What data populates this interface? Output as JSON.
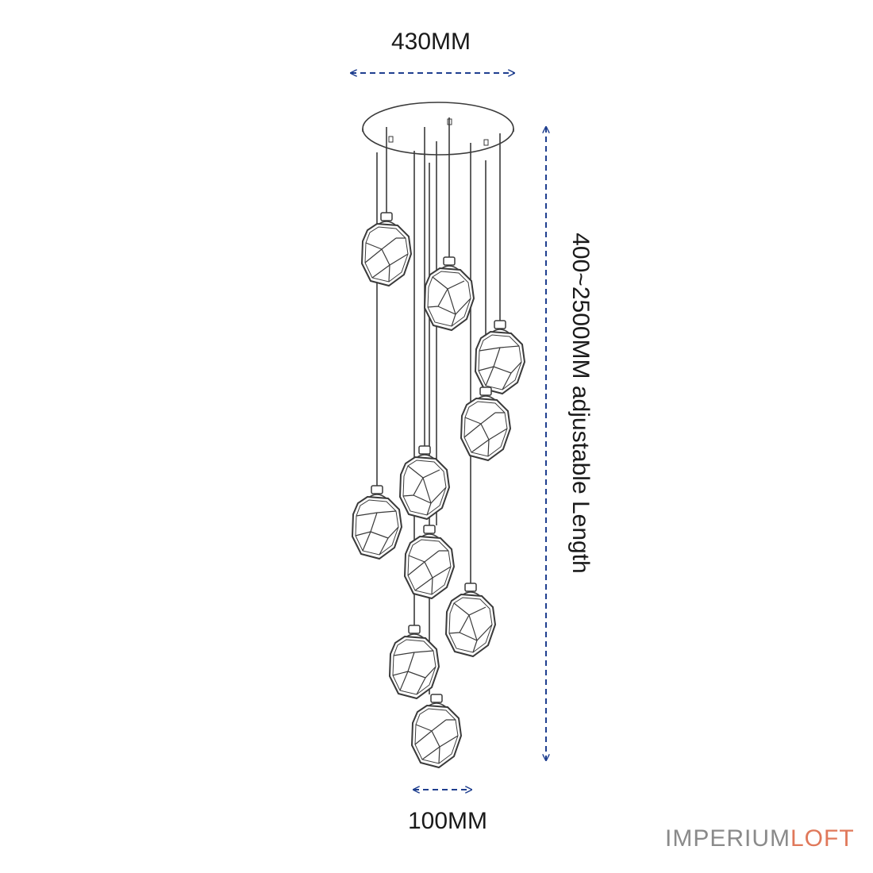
{
  "dimensions": {
    "width_label": "430MM",
    "height_label": "400~2500MM adjustable Length",
    "shade_label": "100MM"
  },
  "brand": {
    "part1": "IMPERIUM",
    "part2": "LOFT"
  },
  "colors": {
    "arrow": "#1f3f8f",
    "line": "#3a3a3a",
    "brand_gray": "#8a8a8a",
    "brand_accent": "#e0785a"
  },
  "pendant_count": 10
}
